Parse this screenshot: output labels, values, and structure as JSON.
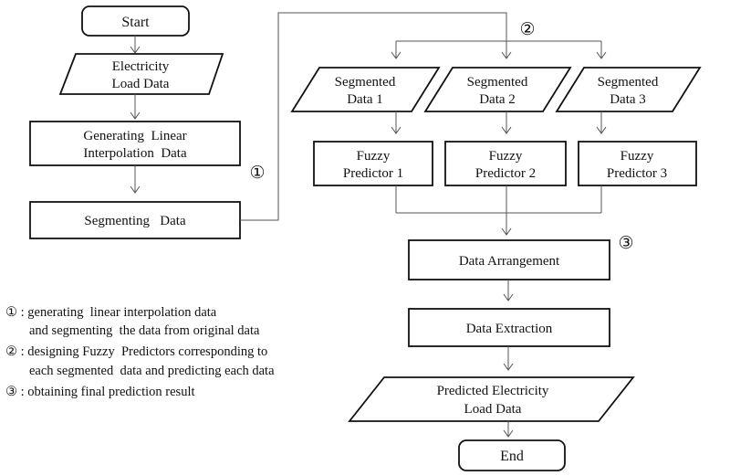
{
  "nodes": {
    "start": "Start",
    "load_data_line1": "Electricity",
    "load_data_line2": "Load Data",
    "interp_line1": "Generating  Linear",
    "interp_line2": "Interpolation  Data",
    "segmenting": "Segmenting   Data",
    "seg1_line1": "Segmented",
    "seg1_line2": "Data 1",
    "seg2_line1": "Segmented",
    "seg2_line2": "Data 2",
    "seg3_line1": "Segmented",
    "seg3_line2": "Data 3",
    "fuzzy1_line1": "Fuzzy",
    "fuzzy1_line2": "Predictor 1",
    "fuzzy2_line1": "Fuzzy",
    "fuzzy2_line2": "Predictor 2",
    "fuzzy3_line1": "Fuzzy",
    "fuzzy3_line2": "Predictor 3",
    "arrangement": "Data Arrangement",
    "extraction": "Data Extraction",
    "predicted_line1": "Predicted Electricity",
    "predicted_line2": "Load Data",
    "end": "End"
  },
  "markers": {
    "step1": "①",
    "step2": "②",
    "step3": "③"
  },
  "legend": {
    "line1": "① : generating  linear interpolation data",
    "line2": "and segmenting  the data from original data",
    "line3": "② : designing Fuzzy  Predictors corresponding to",
    "line4": "each segmented  data and predicting each data",
    "line5": "③ : obtaining final prediction result"
  }
}
